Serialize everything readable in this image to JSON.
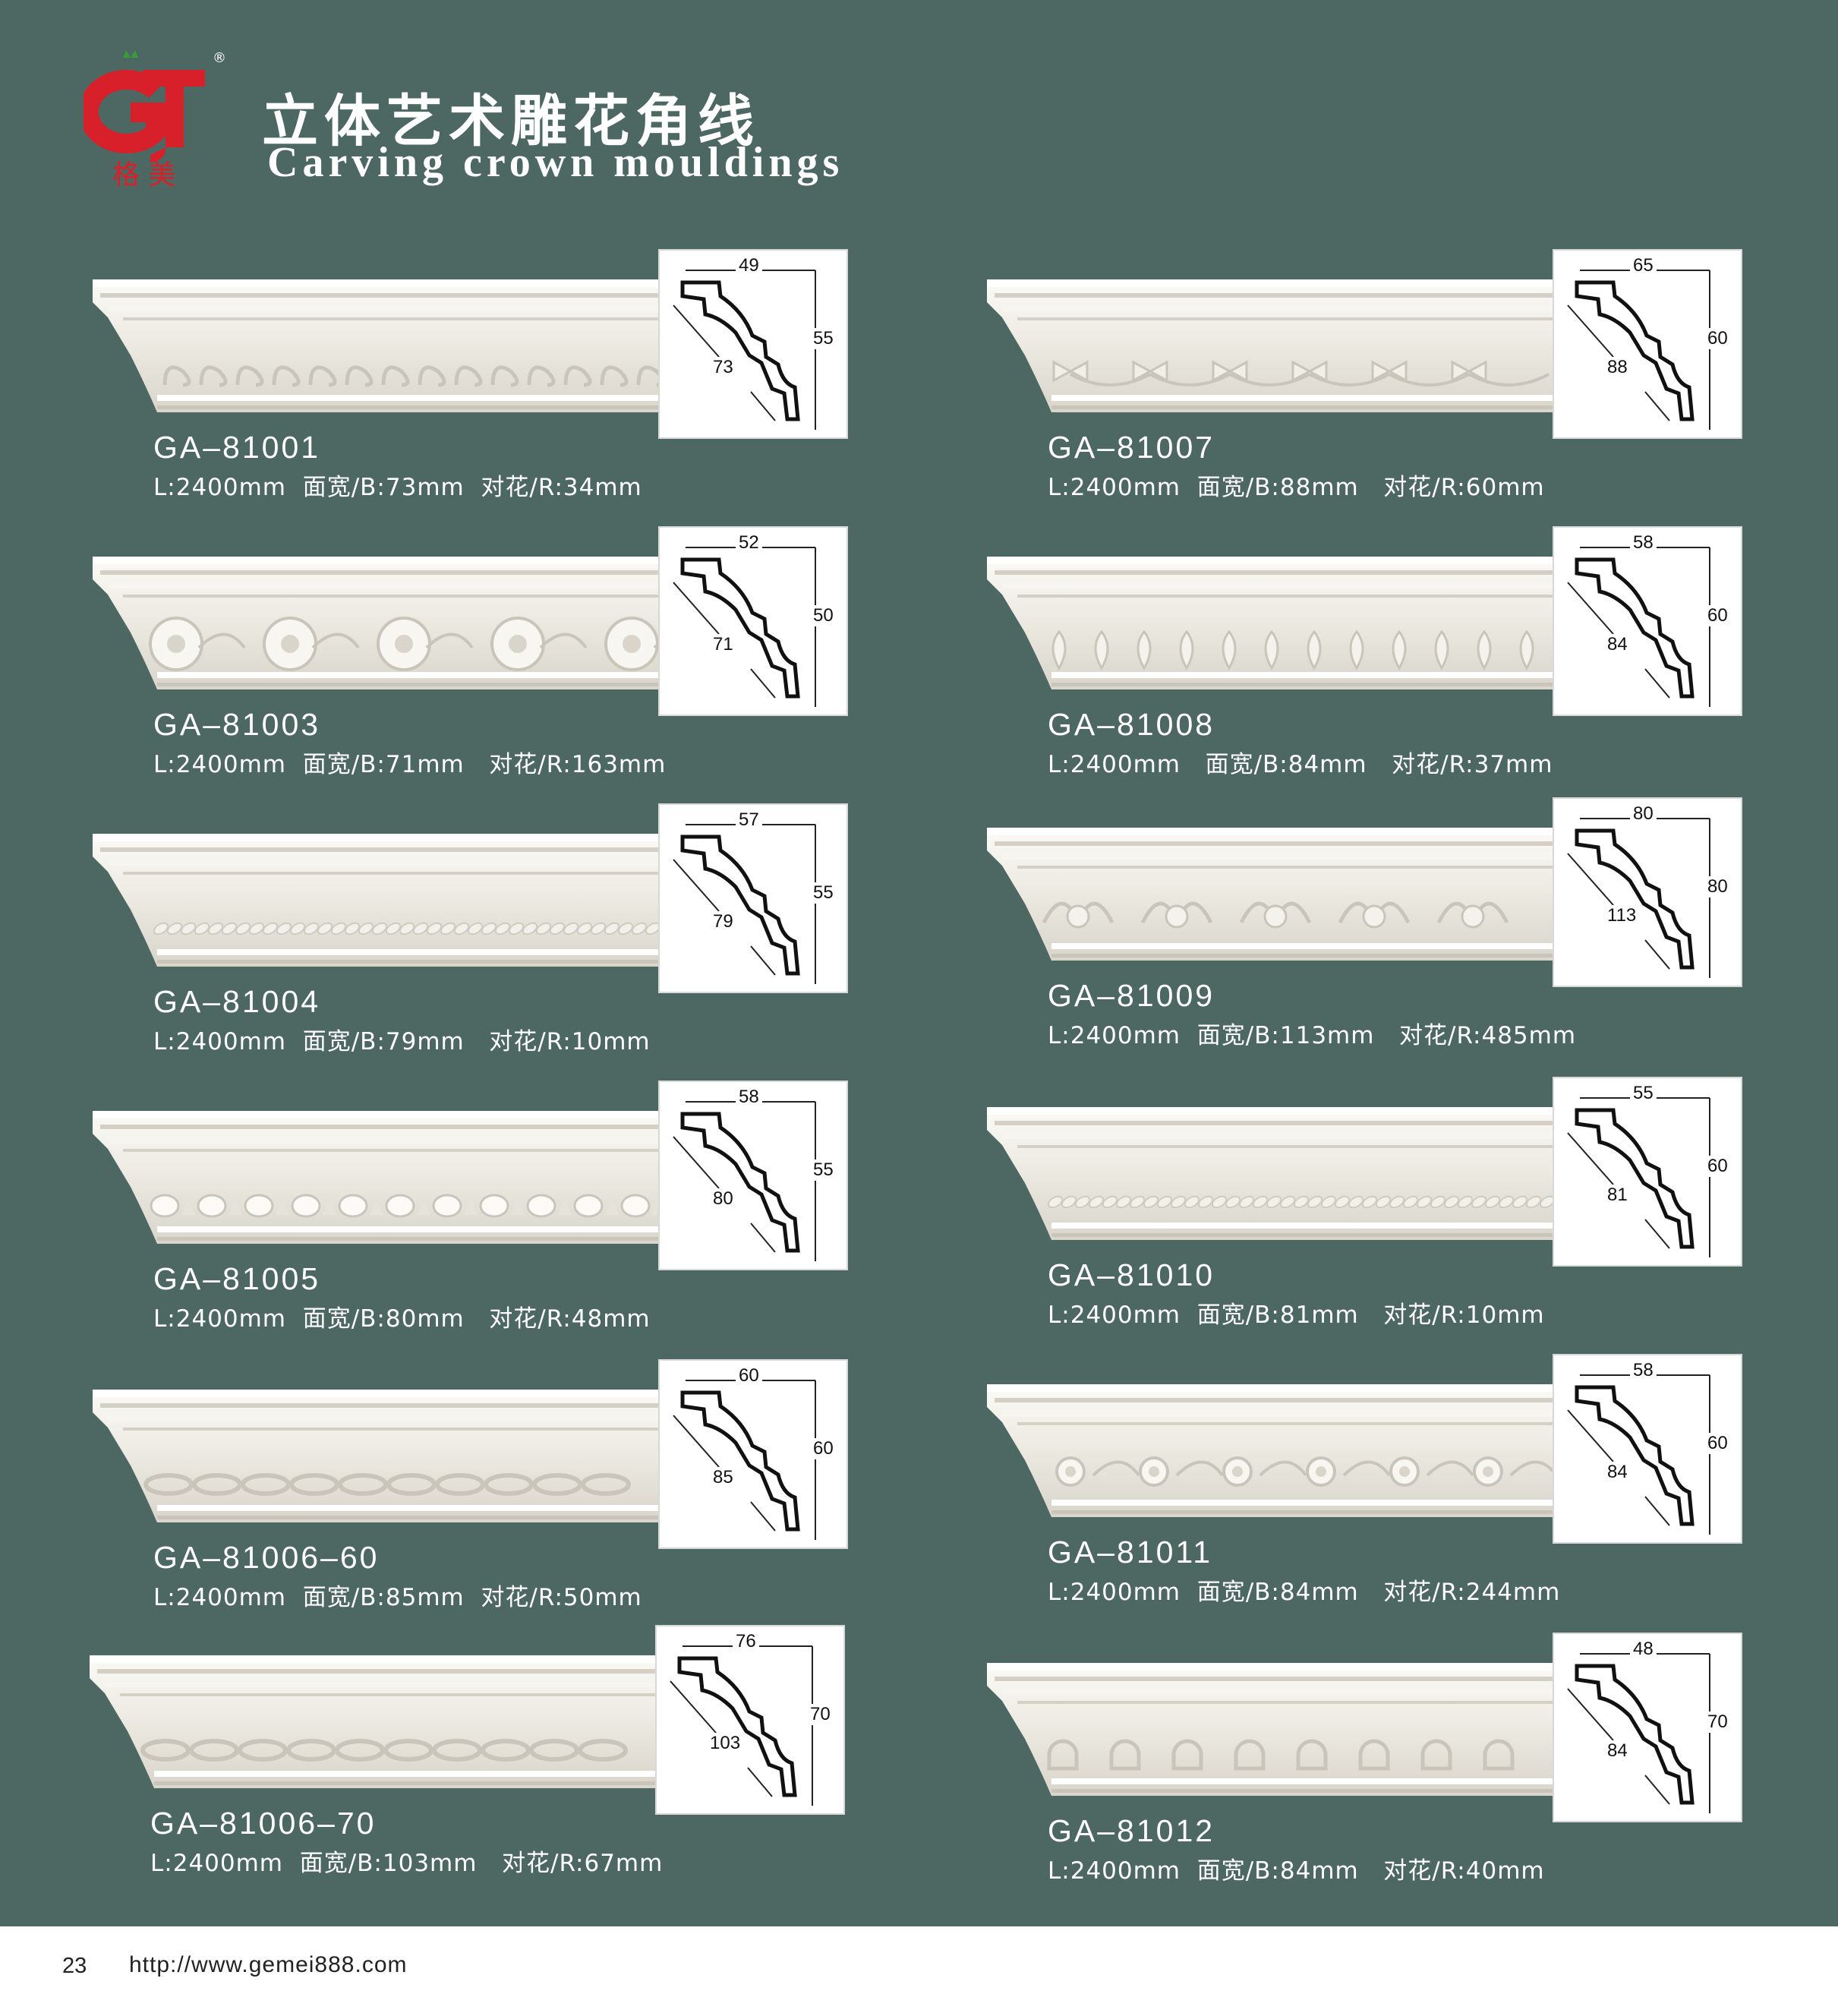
{
  "header": {
    "brand_chars": "格 美",
    "registered": "®",
    "title_cn": "立体艺术雕花角线",
    "title_en": "Carving crown mouldings"
  },
  "products": [
    {
      "code": "GA–81001",
      "spec": "L:2400mm  面宽/B:73mm  对花/R:34mm",
      "dim_top": "49",
      "dim_side": "55",
      "dim_diag": "73",
      "ornament": "scroll"
    },
    {
      "code": "GA–81003",
      "spec": "L:2400mm  面宽/B:71mm   对花/R:163mm",
      "dim_top": "52",
      "dim_side": "50",
      "dim_diag": "71",
      "ornament": "flower"
    },
    {
      "code": "GA–81004",
      "spec": "L:2400mm  面宽/B:79mm   对花/R:10mm",
      "dim_top": "57",
      "dim_side": "55",
      "dim_diag": "79",
      "ornament": "rope"
    },
    {
      "code": "GA–81005",
      "spec": "L:2400mm  面宽/B:80mm   对花/R:48mm",
      "dim_top": "58",
      "dim_side": "55",
      "dim_diag": "80",
      "ornament": "egg"
    },
    {
      "code": "GA–81006–60",
      "spec": "L:2400mm  面宽/B:85mm  对花/R:50mm",
      "dim_top": "60",
      "dim_side": "60",
      "dim_diag": "85",
      "ornament": "chain"
    },
    {
      "code": "GA–81006–70",
      "spec": "L:2400mm  面宽/B:103mm   对花/R:67mm",
      "dim_top": "76",
      "dim_side": "70",
      "dim_diag": "103",
      "ornament": "chain"
    },
    {
      "code": "GA–81007",
      "spec": "L:2400mm  面宽/B:88mm   对花/R:60mm",
      "dim_top": "65",
      "dim_side": "60",
      "dim_diag": "88",
      "ornament": "bow"
    },
    {
      "code": "GA–81008",
      "spec": "L:2400mm   面宽/B:84mm   对花/R:37mm",
      "dim_top": "58",
      "dim_side": "60",
      "dim_diag": "84",
      "ornament": "leaf"
    },
    {
      "code": "GA–81009",
      "spec": "L:2400mm  面宽/B:113mm   对花/R:485mm",
      "dim_top": "80",
      "dim_side": "80",
      "dim_diag": "113",
      "ornament": "acanthus"
    },
    {
      "code": "GA–81010",
      "spec": "L:2400mm  面宽/B:81mm   对花/R:10mm",
      "dim_top": "55",
      "dim_side": "60",
      "dim_diag": "81",
      "ornament": "rope"
    },
    {
      "code": "GA–81011",
      "spec": "L:2400mm  面宽/B:84mm   对花/R:244mm",
      "dim_top": "58",
      "dim_side": "60",
      "dim_diag": "84",
      "ornament": "rose"
    },
    {
      "code": "GA–81012",
      "spec": "L:2400mm  面宽/B:84mm   对花/R:40mm",
      "dim_top": "48",
      "dim_side": "70",
      "dim_diag": "84",
      "ornament": "dentil"
    }
  ],
  "footer": {
    "page_number": "23",
    "url": "http://www.gemei888.com"
  },
  "colors": {
    "background": "#4d6762",
    "logo_red": "#d8202a",
    "logo_green": "#3a9a3a"
  }
}
